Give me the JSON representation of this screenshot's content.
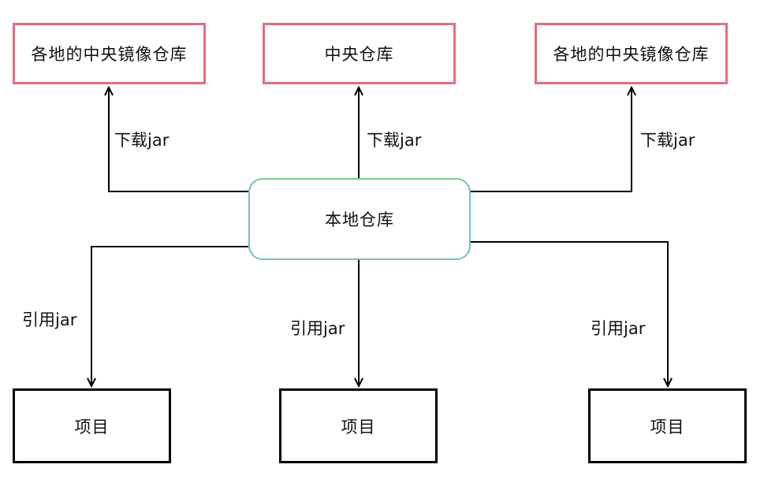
{
  "colors": {
    "top-box-border": "#e96a80",
    "center-box-border": "#6dcb95",
    "bottom-box-border": "#000000",
    "line": "#000000",
    "text": "#111111",
    "background": "#ffffff"
  },
  "diagram": {
    "top_boxes": [
      {
        "label": "各地的中央镜像仓库"
      },
      {
        "label": "中央仓库"
      },
      {
        "label": "各地的中央镜像仓库"
      }
    ],
    "center_box": {
      "label": "本地仓库"
    },
    "bottom_boxes": [
      {
        "label": "项目"
      },
      {
        "label": "项目"
      },
      {
        "label": "项目"
      }
    ],
    "up_arrows": [
      {
        "label": "下载jar"
      },
      {
        "label": "下载jar"
      },
      {
        "label": "下载jar"
      }
    ],
    "down_arrows": [
      {
        "label": "引用jar"
      },
      {
        "label": "引用jar"
      },
      {
        "label": "引用jar"
      }
    ]
  }
}
